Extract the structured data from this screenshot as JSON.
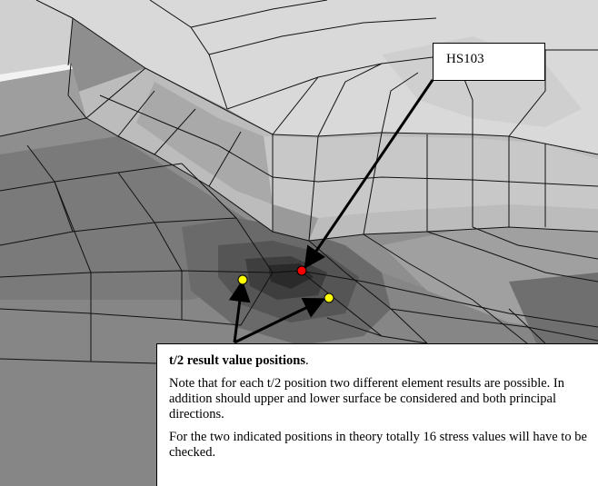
{
  "hotspot_label": "HS103",
  "note": {
    "title": "t/2 result value positions",
    "title_suffix": ".",
    "paragraph_1": "Note that for each t/2 position two different element results are possible. In addition should upper and lower surface be considered and both principal directions.",
    "paragraph_2": "For the two indicated positions in theory totally 16 stress values will have to be checked."
  },
  "colors": {
    "hotspot_point": "#ff0000",
    "t2_points": "#ffff00",
    "arrows": "#000000",
    "mesh_lines": "#111111"
  }
}
